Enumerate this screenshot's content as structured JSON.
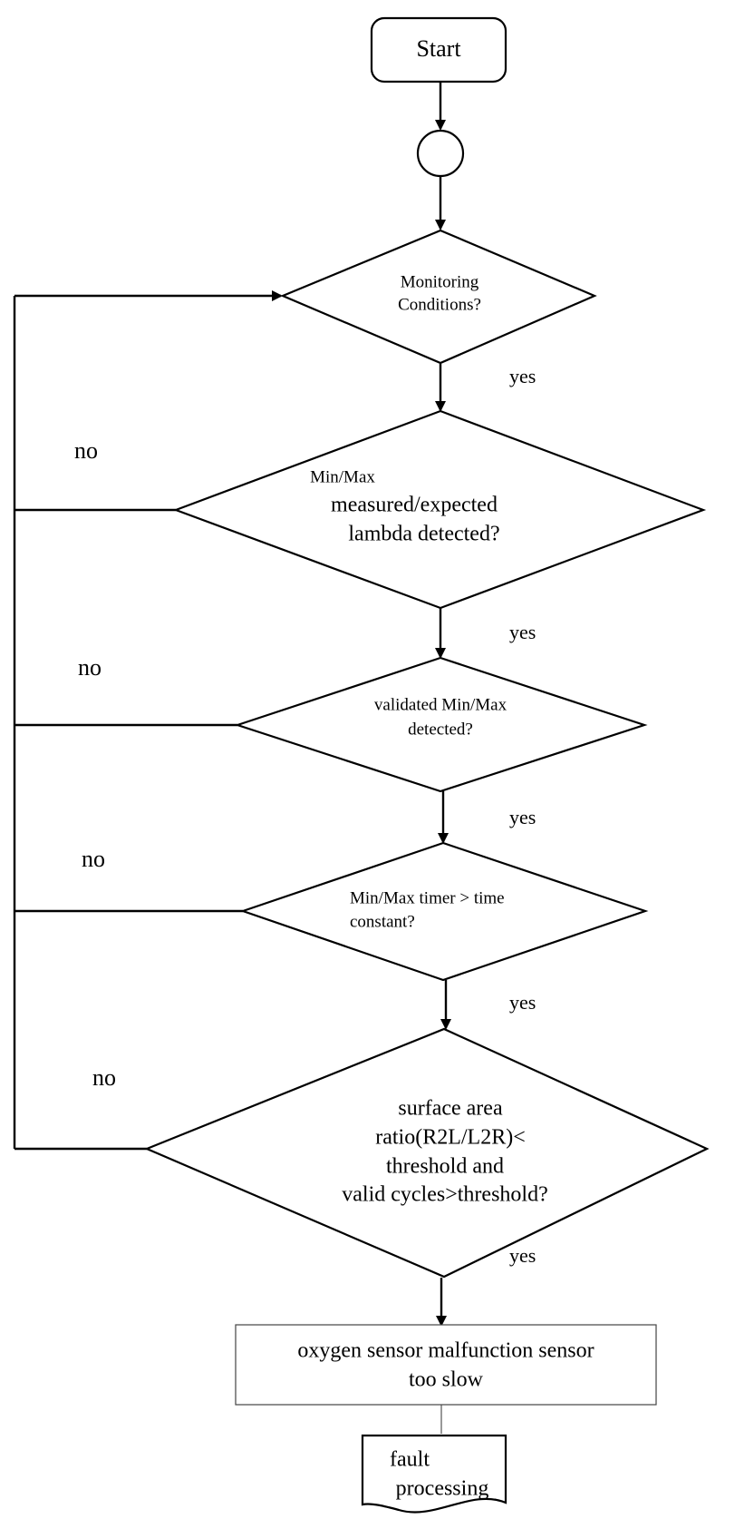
{
  "start": "Start",
  "decisions": [
    {
      "lines": [
        "Monitoring",
        "Conditions?"
      ]
    },
    {
      "lines": [
        "Min/Max",
        "measured/expected",
        "lambda detected?"
      ]
    },
    {
      "lines": [
        "validated Min/Max",
        "detected?"
      ]
    },
    {
      "lines": [
        "Min/Max timer > time",
        "constant?"
      ]
    },
    {
      "lines": [
        "surface area",
        "ratio(R2L/L2R)<",
        "threshold and",
        "valid cycles>threshold?"
      ]
    }
  ],
  "yes_labels": [
    "yes",
    "yes",
    "yes",
    "yes",
    "yes"
  ],
  "no_labels": [
    "no",
    "no",
    "no",
    "no"
  ],
  "result_box": {
    "lines": [
      "oxygen sensor malfunction sensor",
      "too slow"
    ]
  },
  "document": {
    "lines": [
      "fault",
      "processing"
    ]
  }
}
